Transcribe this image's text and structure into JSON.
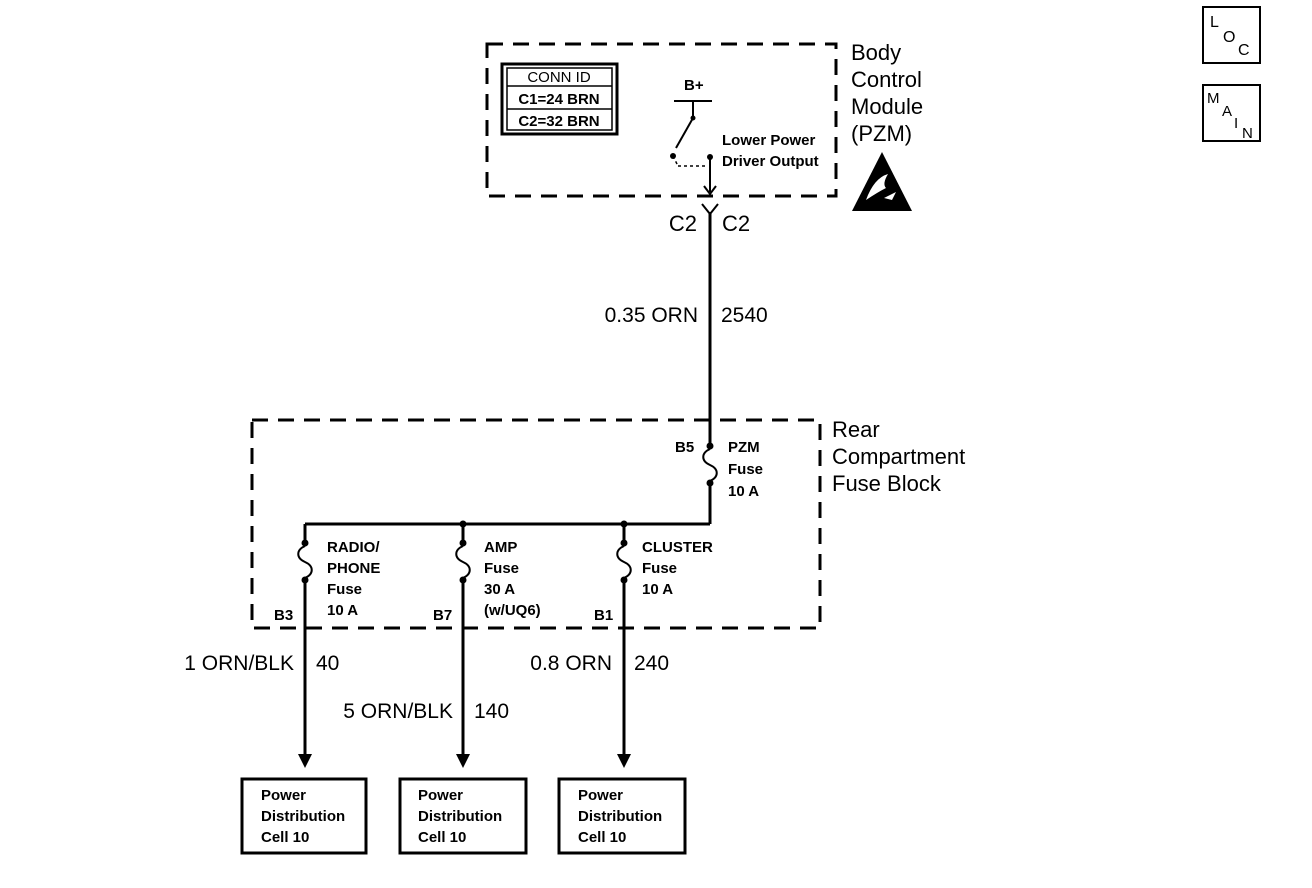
{
  "icons": {
    "loc": {
      "l1": "L",
      "l2": "O",
      "l3": "C"
    },
    "main": {
      "l1": "M",
      "l2": "A",
      "l3": "I",
      "l4": "N"
    },
    "esd_icon": "esd-warning-icon"
  },
  "bcm": {
    "title_lines": [
      "Body",
      "Control",
      "Module",
      "(PZM)"
    ],
    "conn_title": "CONN ID",
    "conn_c1": "C1=24 BRN",
    "conn_c2": "C2=32 BRN",
    "supply": "B+",
    "driver_lines": [
      "Lower Power",
      "Driver Output"
    ],
    "conn_left": "C2",
    "conn_right": "C2"
  },
  "main_wire": {
    "gauge": "0.35 ORN",
    "circuit": "2540"
  },
  "fuse_block": {
    "title_lines": [
      "Rear",
      "Compartment",
      "Fuse Block"
    ],
    "pzm_fuse": {
      "pin": "B5",
      "lines": [
        "PZM",
        "Fuse",
        "10 A"
      ]
    },
    "fuses": [
      {
        "pin": "B3",
        "lines": [
          "RADIO/",
          "PHONE",
          "Fuse",
          "10 A"
        ]
      },
      {
        "pin": "B7",
        "lines": [
          "AMP",
          "Fuse",
          "30 A",
          "(w/UQ6)"
        ]
      },
      {
        "pin": "B1",
        "lines": [
          "CLUSTER",
          "Fuse",
          "10 A"
        ]
      }
    ]
  },
  "outputs": [
    {
      "gauge": "1 ORN/BLK",
      "circuit": "40",
      "dest": [
        "Power",
        "Distribution",
        "Cell 10"
      ]
    },
    {
      "gauge": "5 ORN/BLK",
      "circuit": "140",
      "dest": [
        "Power",
        "Distribution",
        "Cell 10"
      ]
    },
    {
      "gauge": "0.8 ORN",
      "circuit": "240",
      "dest": [
        "Power",
        "Distribution",
        "Cell 10"
      ]
    }
  ]
}
